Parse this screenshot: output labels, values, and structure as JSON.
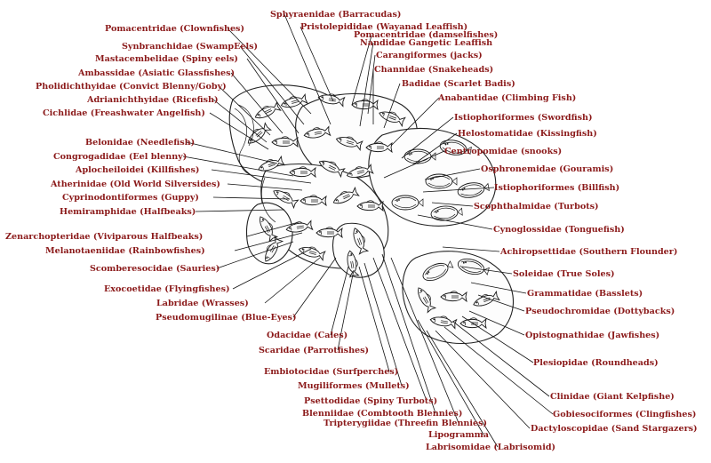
{
  "colors": {
    "label": "#8b1a1a",
    "line": "#111111",
    "ink": "#1a1a1a"
  },
  "labels": [
    {
      "id": "sphyraenidae",
      "text": "Sphyraenidae (Barracudas)"
    },
    {
      "id": "pristolepididae",
      "text": "Pristolepididae (Wayanad Leaffish)"
    },
    {
      "id": "pomacentridae-clown",
      "text": "Pomacentridae (Clownfishes)"
    },
    {
      "id": "pomacentridae-damsel",
      "text": "Pomacentridae (damselfishes)"
    },
    {
      "id": "nandidae",
      "text": "Nandidae Gangetic Leaffish"
    },
    {
      "id": "synbranchidae",
      "text": "Synbranchidae (SwampEels)"
    },
    {
      "id": "carangiformes",
      "text": "Carangiformes (jacks)"
    },
    {
      "id": "mastacembelidae",
      "text": "Mastacembelidae (Spiny eels)"
    },
    {
      "id": "channidae",
      "text": "Channidae (Snakeheads)"
    },
    {
      "id": "ambassidae",
      "text": "Ambassidae (Asiatic Glassfishes)"
    },
    {
      "id": "badidae",
      "text": "Badidae (Scarlet Badis)"
    },
    {
      "id": "pholidichthyidae",
      "text": "Pholidichthyidae (Convict Blenny/Goby)"
    },
    {
      "id": "adrianichthyidae",
      "text": "Adrianichthyidae (Ricefish)"
    },
    {
      "id": "anabantidae",
      "text": "Anabantidae (Climbing Fish)"
    },
    {
      "id": "cichlidae",
      "text": "Cichlidae  (Freashwater Angelfish)"
    },
    {
      "id": "istiophoriformes-sword",
      "text": "Istiophoriformes (Swordfish)"
    },
    {
      "id": "helostomatidae",
      "text": "Helostomatidae (Kissingfish)"
    },
    {
      "id": "belonidae",
      "text": "Belonidae (Needlefish)"
    },
    {
      "id": "centropomidae",
      "text": "Centropomidae (snooks)"
    },
    {
      "id": "congrogadidae",
      "text": "Congrogadidae (Eel blenny)"
    },
    {
      "id": "aplocheiloidei",
      "text": "Aplocheiloidei (Killfishes)"
    },
    {
      "id": "osphronemidae",
      "text": "Osphronemidae (Gouramis)"
    },
    {
      "id": "atherinidae",
      "text": "Atherinidae (Old World Silversides)"
    },
    {
      "id": "istiophoriformes-bill",
      "text": "Istiophoriformes (Billfish)"
    },
    {
      "id": "cyprinodontiformes",
      "text": "Cyprinodontiformes (Guppy)"
    },
    {
      "id": "scophthalmidae",
      "text": "Scophthalmidae (Turbots)"
    },
    {
      "id": "hemiramphidae",
      "text": "Hemiramphidae (Halfbeaks)"
    },
    {
      "id": "cynoglossidae",
      "text": "Cynoglossidae (Tonguefish)"
    },
    {
      "id": "zenarchopteridae",
      "text": "Zenarchopteridae (Viviparous Halfbeaks)"
    },
    {
      "id": "melanotaeniidae",
      "text": "Melanotaeniidae (Rainbowfishes)"
    },
    {
      "id": "achiropsettidae",
      "text": "Achiropsettidae (Southern Flounder)"
    },
    {
      "id": "scomberesocidae",
      "text": "Scomberesocidae (Sauries)"
    },
    {
      "id": "soleidae",
      "text": "Soleidae (True Soles)"
    },
    {
      "id": "grammatidae",
      "text": "Grammatidae (Basslets)"
    },
    {
      "id": "exocoetidae",
      "text": "Exocoetidae (Flyingfishes)"
    },
    {
      "id": "labridae",
      "text": "Labridae (Wrasses)"
    },
    {
      "id": "pseudochromidae",
      "text": "Pseudochromidae (Dottybacks)"
    },
    {
      "id": "pseudomugilinae",
      "text": "Pseudomugilinae (Blue-Eyes)"
    },
    {
      "id": "odacidae",
      "text": "Odacidae (Cales)"
    },
    {
      "id": "opistognathidae",
      "text": "Opistognathidae (Jawfishes)"
    },
    {
      "id": "scaridae",
      "text": "Scaridae (Parrotfishes)"
    },
    {
      "id": "plesiopidae",
      "text": "Plesiopidae (Roundheads)"
    },
    {
      "id": "embiotocidae",
      "text": "Embiotocidae (Surfperches)"
    },
    {
      "id": "mugiliformes",
      "text": "Mugiliformes (Mullets)"
    },
    {
      "id": "clinidae",
      "text": "Clinidae (Giant Kelpfishe)"
    },
    {
      "id": "psettodidae",
      "text": "Psettodidae (Spiny Turbots)"
    },
    {
      "id": "gobiesociformes",
      "text": "Gobiesociformes (Clingfishes)"
    },
    {
      "id": "blenniidae",
      "text": "Blenniidae (Combtooth Blennies)"
    },
    {
      "id": "tripterygiidae",
      "text": "Tripterygiidae (Threefin Blennies)"
    },
    {
      "id": "dactyloscopidae",
      "text": "Dactyloscopidae (Sand Stargazers)"
    },
    {
      "id": "lipogramma",
      "text": "Lipogramma"
    },
    {
      "id": "labrisomidae",
      "text": "Labrisomidae (Labrisomid)"
    }
  ]
}
